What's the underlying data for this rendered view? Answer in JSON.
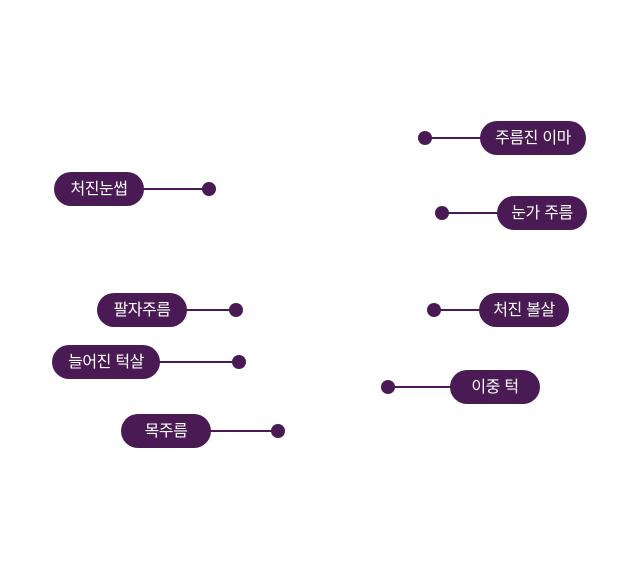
{
  "colors": {
    "pill": "#4a1a54",
    "line": "#4a1a54",
    "dot": "#4a1a54"
  },
  "labels": {
    "forehead": "주름진 이마",
    "droopy_brow": "처진눈썹",
    "eye_wrinkle": "눈가 주름",
    "nasolabial": "팔자주름",
    "saggy_cheek_right": "처진 볼살",
    "sagging_jowl": "늘어진 턱살",
    "double_chin": "이중 턱",
    "neck_wrinkle": "목주름"
  }
}
